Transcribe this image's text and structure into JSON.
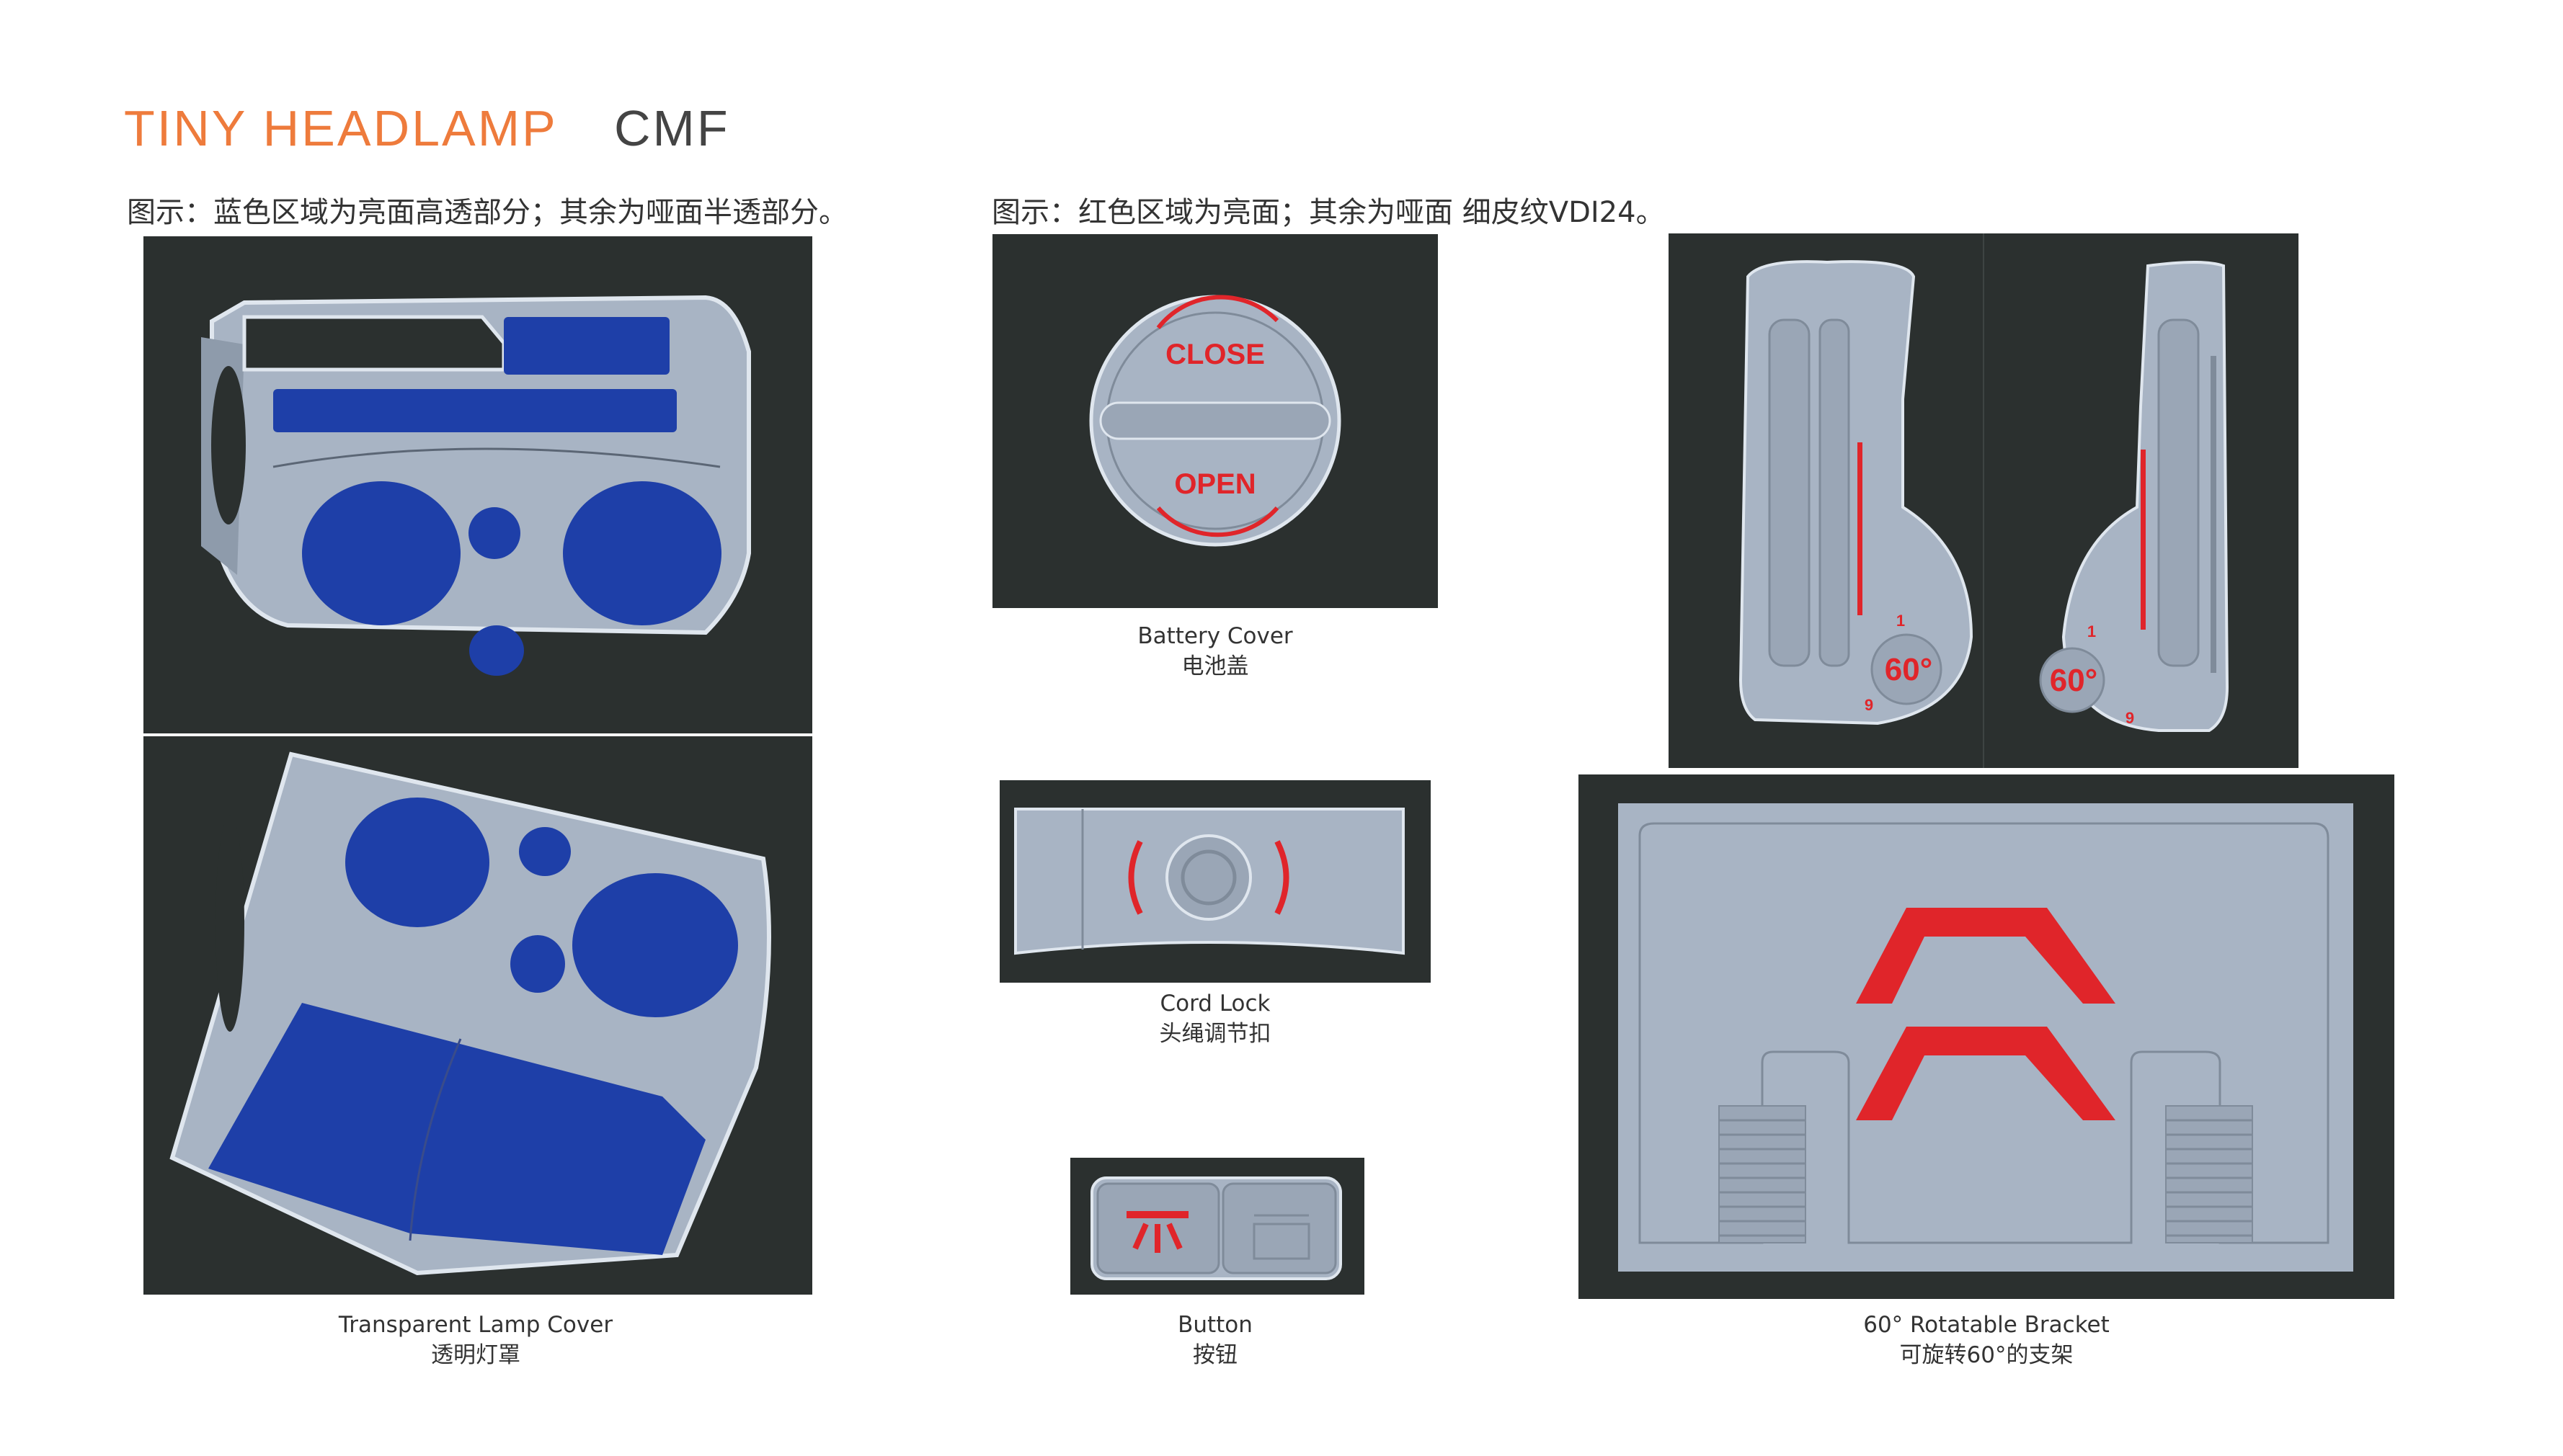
{
  "header": {
    "title": "TINY HEADLAMP",
    "subtitle": "CMF"
  },
  "notes": {
    "left": "图示：蓝色区域为亮面高透部分；其余为哑面半透部分。",
    "right": "图示：红色区域为亮面；其余为哑面 细皮纹VDI24。"
  },
  "figures": {
    "lamp_cover": {
      "label_en": "Transparent Lamp Cover",
      "label_cn": "透明灯罩"
    },
    "battery_cover": {
      "label_en": "Battery Cover",
      "label_cn": "电池盖",
      "text_close": "CLOSE",
      "text_open": "OPEN"
    },
    "cord_lock": {
      "label_en": "Cord Lock",
      "label_cn": "头绳调节扣"
    },
    "button": {
      "label_en": "Button",
      "label_cn": "按钮"
    },
    "bracket": {
      "label_en": "60° Rotatable Bracket",
      "label_cn": "可旋转60°的支架",
      "angle_text": "60°",
      "tick_1": "1",
      "tick_2": "9"
    }
  },
  "colors": {
    "accent_title": "#ee7b3c",
    "panel_bg": "#2b302f",
    "part_gray": "#a8b4c4",
    "glossy_blue": "#1e3fa8",
    "glossy_red": "#e0252a"
  }
}
